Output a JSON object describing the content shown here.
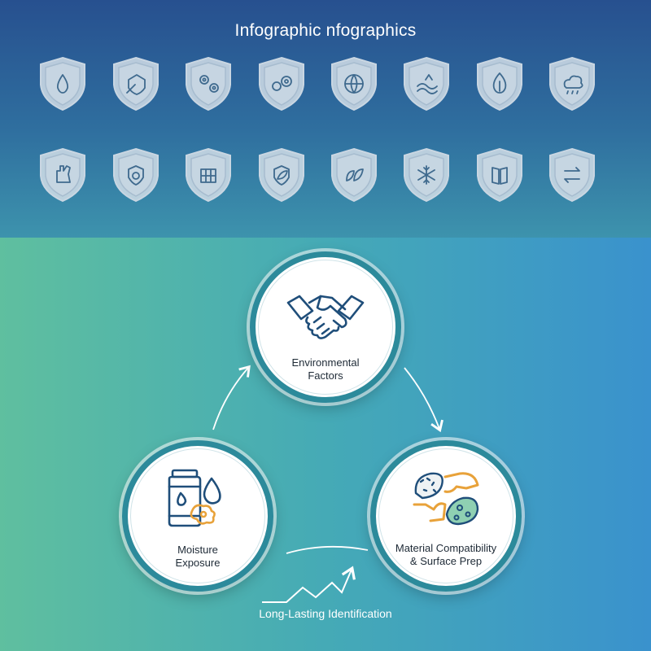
{
  "header": {
    "title": "Infographic nfographics"
  },
  "icon_rows": [
    [
      "water-drop-icon",
      "shield-umbrella-icon",
      "gears-icon",
      "gear-cluster-icon",
      "globe-icon",
      "wave-icon",
      "flame-icon",
      "cloud-rain-icon"
    ],
    [
      "hand-glove-icon",
      "shield-check-icon",
      "grid-cross-icon",
      "shield-leaf-icon",
      "leaves-icon",
      "snowflake-icon",
      "panel-book-icon",
      "arrows-swap-icon"
    ]
  ],
  "cycle": {
    "nodes": [
      {
        "id": "environmental",
        "icon": "handshake-icon",
        "label_line1": "Environmental",
        "label_line2": "Factors"
      },
      {
        "id": "moisture",
        "icon": "container-droplet-icon",
        "label_line1": "Moisture",
        "label_line2": "Exposure"
      },
      {
        "id": "material",
        "icon": "material-layers-icon",
        "label_line1": "Material Compatibility",
        "label_line2": "& Surface Prep"
      }
    ],
    "caption": "Long-Lasting Identification"
  },
  "colors": {
    "ring": "#2c8a9b",
    "icon_stroke": "#1f4e7a",
    "accent": "#e8a23a",
    "green_accent": "#4e9e8e"
  }
}
